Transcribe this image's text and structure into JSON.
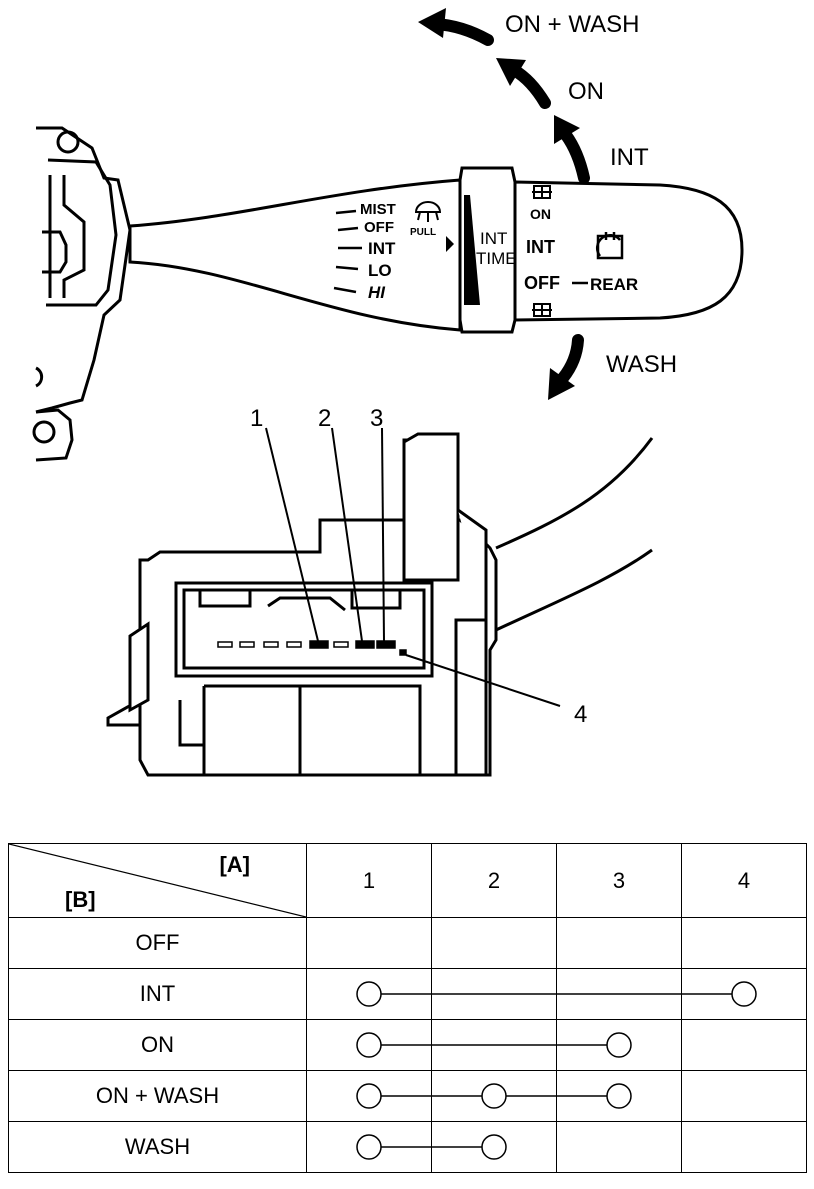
{
  "arrows": {
    "on_wash": "ON + WASH",
    "on": "ON",
    "int": "INT",
    "wash": "WASH"
  },
  "lever_front": {
    "mist": "MIST",
    "off": "OFF",
    "int": "INT",
    "lo": "LO",
    "hi": "HI",
    "pull": "PULL",
    "int_time_1": "INT",
    "int_time_2": "TIME"
  },
  "lever_rear": {
    "on": "ON",
    "int": "INT",
    "off": "OFF",
    "rear": "REAR"
  },
  "callouts": [
    "1",
    "2",
    "3",
    "4"
  ],
  "table": {
    "header_a": "[A]",
    "header_b": "[B]",
    "columns": [
      "1",
      "2",
      "3",
      "4"
    ],
    "rows": [
      {
        "label": "OFF",
        "connected": []
      },
      {
        "label": "INT",
        "connected": [
          1,
          4
        ]
      },
      {
        "label": "ON",
        "connected": [
          1,
          3
        ]
      },
      {
        "label": "ON + WASH",
        "connected": [
          1,
          2,
          3
        ]
      },
      {
        "label": "WASH",
        "connected": [
          1,
          2
        ]
      }
    ]
  }
}
